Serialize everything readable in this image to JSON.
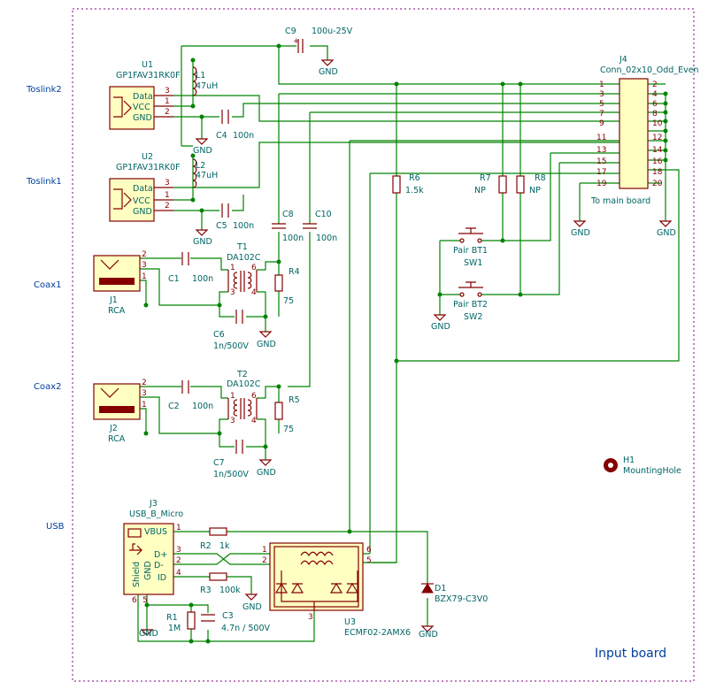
{
  "net_labels": {
    "toslink2": "Toslink2",
    "toslink1": "Toslink1",
    "coax1": "Coax1",
    "coax2": "Coax2",
    "usb": "USB"
  },
  "title_block": "Input board",
  "u1": {
    "ref": "U1",
    "value": "GP1FAV31RK0F",
    "pins": [
      "Data",
      "VCC",
      "GND"
    ],
    "nums": [
      "3",
      "1",
      "2"
    ]
  },
  "u2": {
    "ref": "U2",
    "value": "GP1FAV31RK0F",
    "pins": [
      "Data",
      "VCC",
      "GND"
    ],
    "nums": [
      "3",
      "1",
      "2"
    ]
  },
  "l1": {
    "ref": "L1",
    "value": "47uH"
  },
  "l2": {
    "ref": "L2",
    "value": "47uH"
  },
  "c4": {
    "ref": "C4",
    "value": "100n"
  },
  "c5": {
    "ref": "C5",
    "value": "100n"
  },
  "c9": {
    "ref": "C9",
    "value": "100u-25V"
  },
  "c8": {
    "ref": "C8",
    "value": "100n"
  },
  "c10": {
    "ref": "C10",
    "value": "100n"
  },
  "j4": {
    "ref": "J4",
    "value": "Conn_02x10_Odd_Even",
    "note": "To main board",
    "left_pins": [
      "1",
      "3",
      "5",
      "7",
      "9",
      "11",
      "13",
      "15",
      "17",
      "19"
    ],
    "right_pins": [
      "2",
      "4",
      "6",
      "8",
      "10",
      "12",
      "14",
      "16",
      "18",
      "20"
    ]
  },
  "r6": {
    "ref": "R6",
    "value": "1.5k"
  },
  "r7": {
    "ref": "R7",
    "value": "NP"
  },
  "r8": {
    "ref": "R8",
    "value": "NP"
  },
  "sw1": {
    "ref": "SW1",
    "value": "Pair BT1"
  },
  "sw2": {
    "ref": "SW2",
    "value": "Pair BT2"
  },
  "j1": {
    "ref": "J1",
    "value": "RCA",
    "nums": [
      "2",
      "3",
      "1"
    ]
  },
  "j2": {
    "ref": "J2",
    "value": "RCA",
    "nums": [
      "2",
      "3",
      "1"
    ]
  },
  "c1": {
    "ref": "C1",
    "value": "100n"
  },
  "c2": {
    "ref": "C2",
    "value": "100n"
  },
  "t1": {
    "ref": "T1",
    "value": "DA102C",
    "nums": [
      "1",
      "6",
      "3",
      "4"
    ]
  },
  "t2": {
    "ref": "T2",
    "value": "DA102C",
    "nums": [
      "1",
      "6",
      "3",
      "4"
    ]
  },
  "r4": {
    "ref": "R4",
    "value": "75"
  },
  "r5": {
    "ref": "R5",
    "value": "75"
  },
  "c6": {
    "ref": "C6",
    "value": "1n/500V"
  },
  "c7": {
    "ref": "C7",
    "value": "1n/500V"
  },
  "j3": {
    "ref": "J3",
    "value": "USB_B_Micro",
    "pins": [
      "VBUS",
      "D+",
      "D-",
      "ID"
    ],
    "nums": [
      "1",
      "3",
      "2",
      "4",
      "6",
      "5"
    ],
    "shield": "Shield",
    "gnd": "GND"
  },
  "r2": {
    "ref": "R2",
    "value": "1k"
  },
  "r3": {
    "ref": "R3",
    "value": "100k"
  },
  "r1": {
    "ref": "R1",
    "value": "1M"
  },
  "c3": {
    "ref": "C3",
    "value": "4.7n / 500V"
  },
  "u3": {
    "ref": "U3",
    "value": "ECMF02-2AMX6",
    "nums": [
      "1",
      "2",
      "6",
      "5",
      "3"
    ]
  },
  "d1": {
    "ref": "D1",
    "value": "BZX79-C3V0"
  },
  "h1": {
    "ref": "H1",
    "value": "MountingHole"
  },
  "gnd": "GND"
}
